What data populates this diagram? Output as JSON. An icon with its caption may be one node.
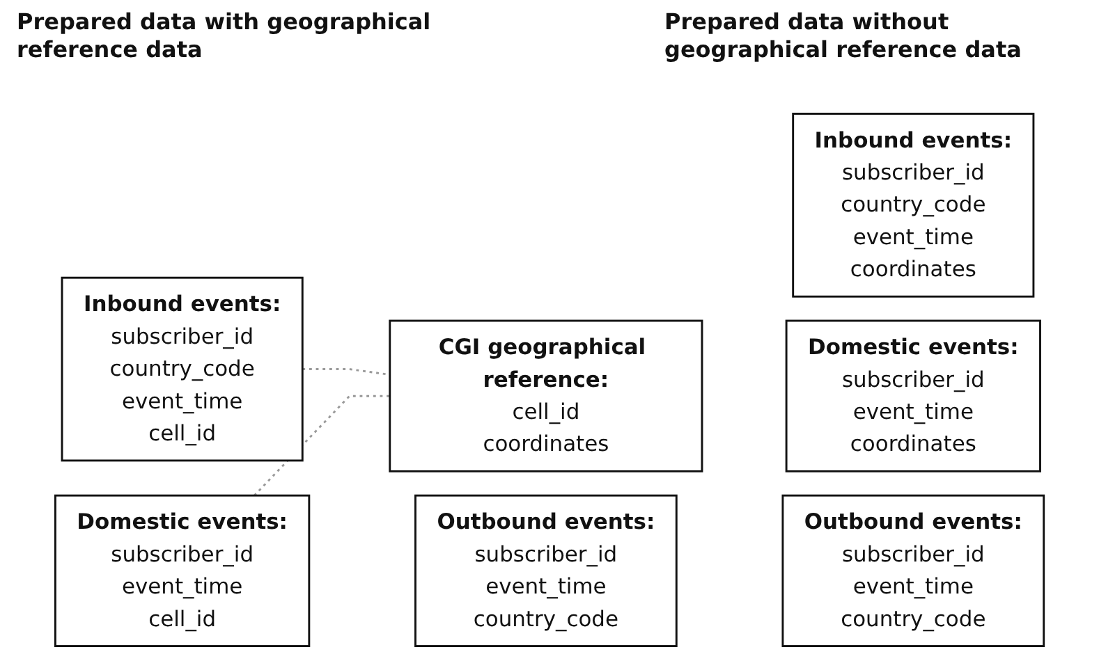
{
  "diagram": {
    "nodes": [
      {
        "text": [
          "Inbound events:",
          "subscriber_id",
          "country_code",
          "event_time",
          "cell_id"
        ]
      },
      {
        "text": [
          "Domestic events:",
          "subscriber_id",
          "event_time",
          "cell_id"
        ]
      },
      {
        "text": [
          "Outbound events:",
          "subscriber_id",
          "event_time",
          "country_code"
        ]
      },
      {
        "text": [
          "CGI geographical reference:",
          "cell_id",
          "coordinates"
        ]
      },
      {
        "text": [
          "Inbound events:",
          "subscriber_id",
          "country_code",
          "event_time",
          "coordinates"
        ]
      },
      {
        "text": [
          "Domestic events:",
          "subscriber_id",
          "event_time",
          "coordinates"
        ]
      },
      {
        "text": [
          "Outbound events:",
          "subscriber_id",
          "event_time",
          "country_code"
        ]
      }
    ],
    "edges": [
      {
        "from": 0,
        "to": 3,
        "arrow": "none",
        "style": "dashed",
        "color": "#999999"
      },
      {
        "from": 1,
        "to": 3,
        "arrow": "none",
        "style": "dashed",
        "color": "#999999"
      }
    ],
    "labels": [
      "Prepared data with geographical reference data",
      "Prepared data without geographical reference data"
    ]
  }
}
